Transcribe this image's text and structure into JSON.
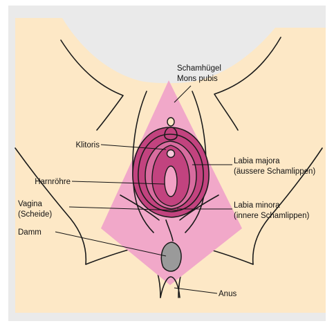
{
  "labels": {
    "mons_line1": "Schamhügel",
    "mons_line2": "Mons pubis",
    "clitoris": "Klitoris",
    "urethra": "Harnröhre",
    "vagina_line1": "Vagina",
    "vagina_line2": "(Scheide)",
    "perineum": "Damm",
    "labia_majora_line1": "Labia majora",
    "labia_majora_line2": "(äussere Schamlippen)",
    "labia_minora_line1": "Labia minora",
    "labia_minora_line2": "(innere Schamlippen)",
    "anus": "Anus"
  },
  "colors": {
    "background_panel": "#eaeaea",
    "skin": "#fde8c6",
    "mons_pink": "#f1a8c9",
    "labia_magenta": "#c2437f",
    "inner_pink": "#d86c9f",
    "anus_gray": "#9a9a9a",
    "outline": "#1a1a1a"
  }
}
